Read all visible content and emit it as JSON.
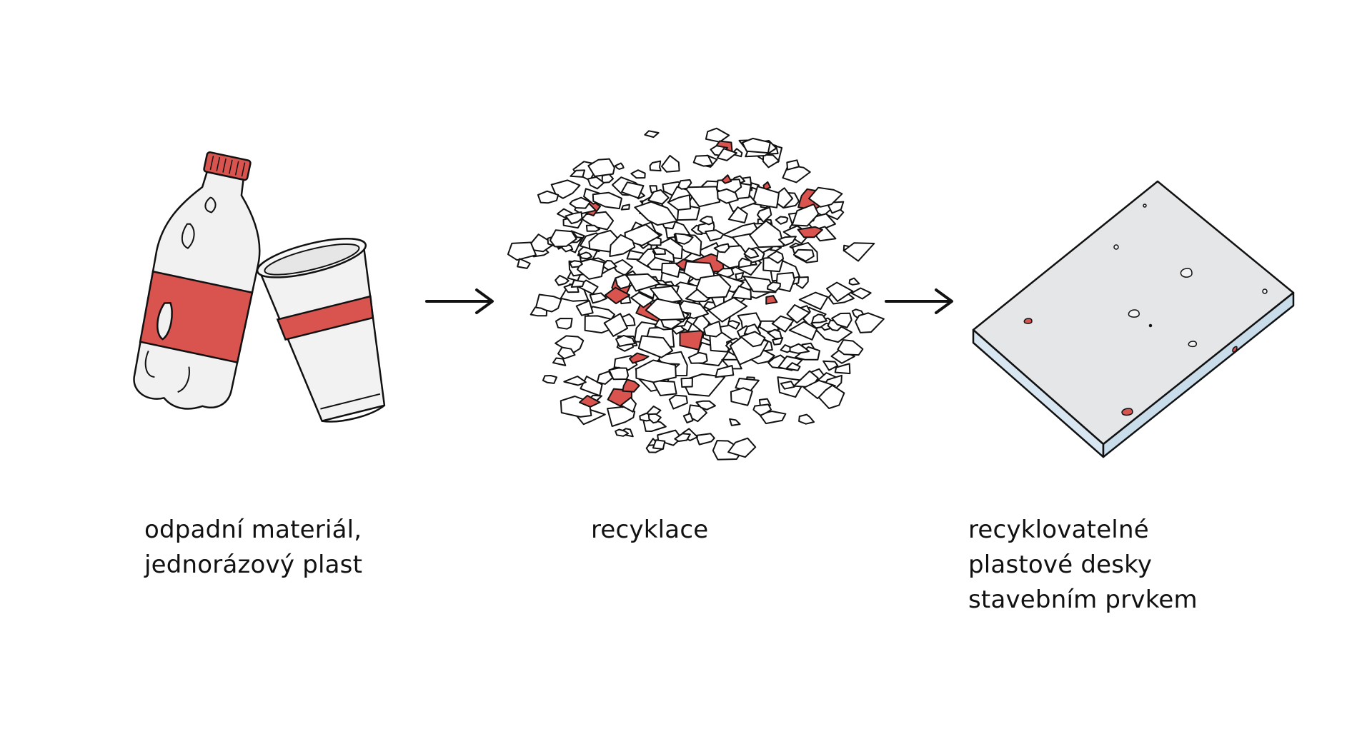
{
  "steps": [
    {
      "lines": [
        "odpadní materiál,",
        "jednorázový plast"
      ]
    },
    {
      "lines": [
        "recyklace"
      ]
    },
    {
      "lines": [
        "recyklovatelné",
        "plastové desky",
        "stavebním prvkem"
      ]
    }
  ],
  "icons": {
    "step1": "plastic-bottle-and-cup-illustration",
    "step2": "shredded-plastic-flakes-illustration",
    "step3": "recycled-plastic-board-illustration",
    "arrow": "right-arrow-icon"
  },
  "colors": {
    "accent": "#d9534f",
    "outline": "#111111",
    "fill_light": "#eeeeee",
    "board_face": "#e4e6e8",
    "board_edge": "#cfe2ef"
  }
}
